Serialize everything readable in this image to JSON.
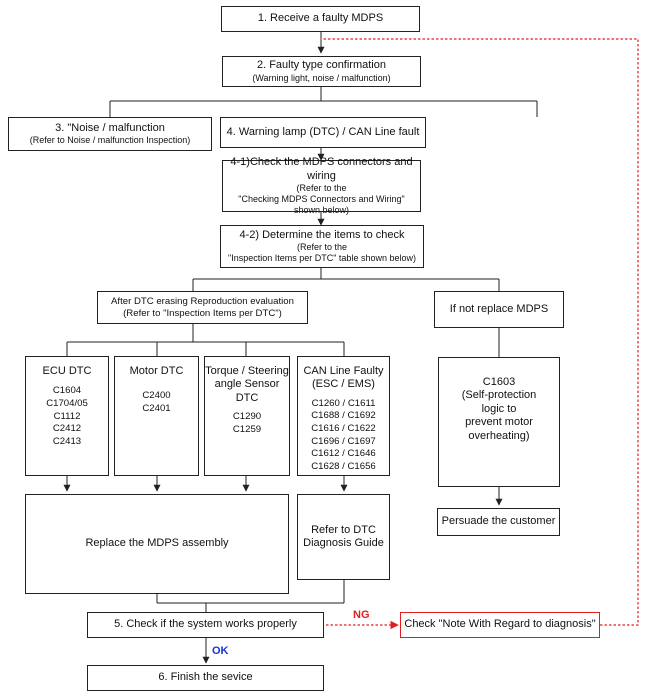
{
  "steps": {
    "receive": "1. Receive a faulty MDPS",
    "faulty_type": {
      "title": "2. Faulty type confirmation",
      "sub": "(Warning light, noise / malfunction)"
    },
    "noise": {
      "title": "3.  \"Noise / malfunction",
      "sub": "(Refer to Noise / malfunction Inspection)"
    },
    "warning": "4. Warning lamp (DTC) / CAN Line fault",
    "check_connectors": {
      "title": "4-1)Check the MDPS connectors and wiring",
      "lines": [
        "(Refer to the",
        "\"Checking  MDPS Connectors and Wiring\"",
        "shown below)"
      ]
    },
    "determine": {
      "title": "4-2) Determine the items to check",
      "lines": [
        "(Refer to the",
        "\"Inspection Items per DTC\" table shown below)"
      ]
    },
    "after_dtc": {
      "title": "After DTC erasing Reproduction evaluation",
      "sub": "(Refer to \"Inspection Items per DTC\")"
    },
    "not_replace": "If not replace MDPS",
    "replace": "Replace the MDPS assembly",
    "refer_dtc": [
      "Refer to DTC",
      "Diagnosis Guide"
    ],
    "persuade": "Persuade the customer",
    "check_system": "5. Check if the system works properly",
    "note": "Check \"Note With Regard to diagnosis\"",
    "finish": "6. Finish the sevice"
  },
  "dtc_groups": {
    "ecu": {
      "title": "ECU DTC",
      "codes": [
        "C1604",
        "C1704/05",
        "C1112",
        "C2412",
        "C2413"
      ]
    },
    "motor": {
      "title": "Motor DTC",
      "codes": [
        "C2400",
        "C2401"
      ]
    },
    "torque": {
      "title": [
        "Torque / Steering",
        "angle Sensor",
        "DTC"
      ],
      "codes": [
        "C1290",
        "C1259"
      ]
    },
    "can": {
      "title": [
        "CAN Line Faulty",
        "(ESC / EMS)"
      ],
      "codes": [
        "C1260 / C1611",
        "C1688 / C1692",
        "C1616 / C1622",
        "C1696 / C1697",
        "C1612 / C1646",
        "C1628 / C1656"
      ]
    },
    "c1603": [
      "C1603",
      "(Self-protection",
      "logic to",
      "prevent motor",
      "overheating)"
    ]
  },
  "labels": {
    "ng": "NG",
    "ok": "OK"
  },
  "colors": {
    "ng": "#e02020",
    "ok": "#1a2fd6",
    "lines": "#222222"
  }
}
